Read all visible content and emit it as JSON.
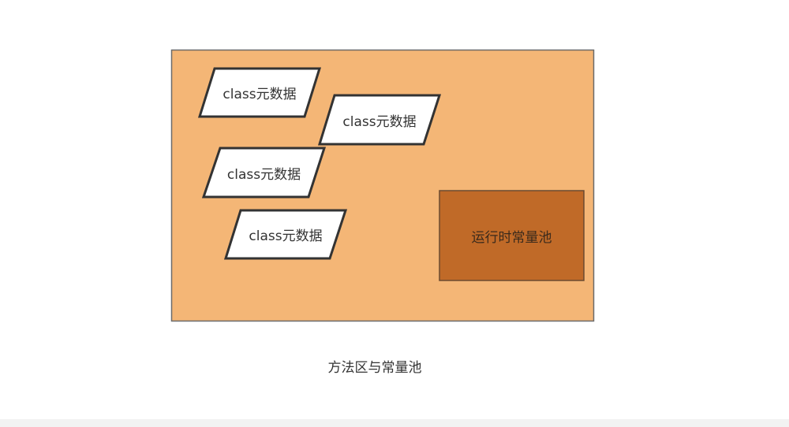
{
  "diagram": {
    "container": {
      "label": "",
      "fill": "#F4B676",
      "stroke": "#6b6b6b"
    },
    "class_metadata_boxes": [
      {
        "label": "class元数据"
      },
      {
        "label": "class元数据"
      },
      {
        "label": "class元数据"
      },
      {
        "label": "class元数据"
      }
    ],
    "runtime_constant_pool": {
      "label": "运行时常量池",
      "fill": "#C06A28",
      "stroke": "#6a4a30"
    },
    "caption": "方法区与常量池"
  }
}
